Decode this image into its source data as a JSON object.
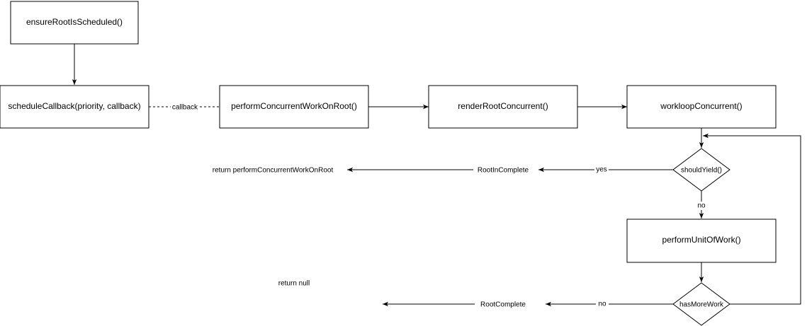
{
  "nodes": {
    "ensure_root": "ensureRootIsScheduled()",
    "schedule_callback": "scheduleCallback(priority, callback)",
    "perform_concurrent": "performConcurrentWorkOnRoot()",
    "render_root": "renderRootConcurrent()",
    "workloop": "workloopConcurrent()",
    "should_yield": "shouldYield()",
    "perform_unit": "performUnitOfWork()",
    "has_more_work": "hasMoreWork",
    "root_incomplete": "RootInComplete",
    "root_complete": "RootComplete",
    "return_perform": "return performConcurrentWorkOnRoot",
    "return_null": "return null"
  },
  "edge_labels": {
    "callback": "callback",
    "yes": "yes",
    "no_yield": "no",
    "no_more": "no"
  }
}
